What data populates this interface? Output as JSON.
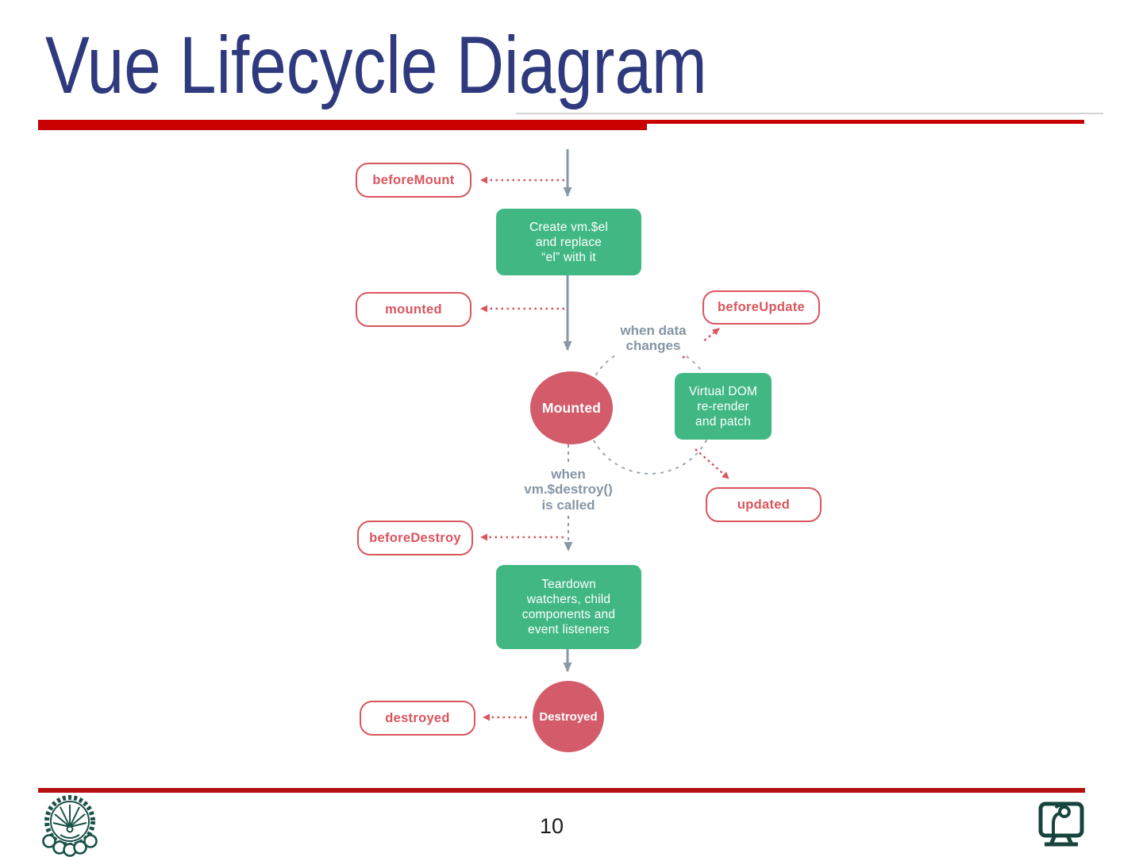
{
  "slide": {
    "title": "Vue Lifecycle Diagram",
    "page_number": "10",
    "colors": {
      "title_navy": "#2E3A7D",
      "accent_red_bar": "#C80000",
      "bottom_red_bar": "#B51111",
      "vue_green": "#41B883",
      "hook_red": "#D9565E",
      "state_red": "#D45B69",
      "line_gray": "#8A98A6",
      "dashed_gray": "#9AA7B4",
      "note_gray": "#8695A4",
      "logo_teal": "#1A5148"
    }
  },
  "diagram": {
    "hooks": [
      {
        "label": "beforeMount"
      },
      {
        "label": "mounted"
      },
      {
        "label": "beforeUpdate"
      },
      {
        "label": "updated"
      },
      {
        "label": "beforeDestroy"
      },
      {
        "label": "destroyed"
      }
    ],
    "boxes": [
      {
        "lines": [
          "Create vm.$el",
          "and replace",
          "“el” with it"
        ]
      },
      {
        "lines": [
          "Virtual DOM",
          "re-render",
          "and patch"
        ]
      },
      {
        "lines": [
          "Teardown",
          "watchers, child",
          "components and",
          "event listeners"
        ]
      }
    ],
    "states": [
      {
        "label": "Mounted"
      },
      {
        "label": "Destroyed"
      }
    ],
    "notes": [
      {
        "lines": [
          "when data",
          "changes"
        ]
      },
      {
        "lines": [
          "when",
          "vm.$destroy()",
          "is called"
        ]
      }
    ]
  }
}
